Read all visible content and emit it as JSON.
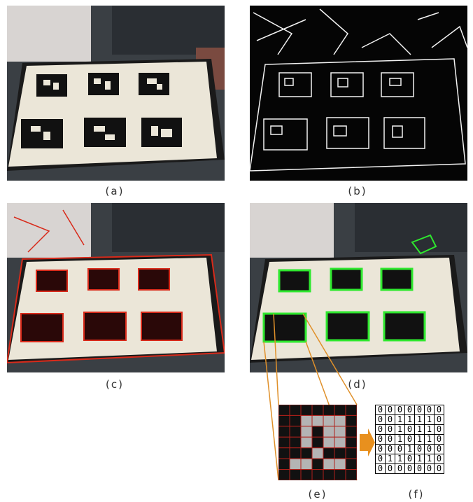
{
  "captions": {
    "a": "(a)",
    "b": "(b)",
    "c": "(c)",
    "d": "(d)",
    "e": "(e)",
    "f": "(f)"
  },
  "colors": {
    "contour_red": "#d82a1a",
    "detect_green": "#2ee82e",
    "zoom_orange": "#e0902a",
    "arrow_orange": "#e8901e",
    "cell_gray": "#b4b4b4",
    "grid_red": "#b0201a"
  },
  "marker_bits": [
    [
      0,
      0,
      0,
      0,
      0,
      0,
      0
    ],
    [
      0,
      0,
      1,
      1,
      1,
      1,
      0
    ],
    [
      0,
      0,
      1,
      0,
      1,
      1,
      0
    ],
    [
      0,
      0,
      1,
      0,
      1,
      1,
      0
    ],
    [
      0,
      0,
      0,
      1,
      0,
      0,
      0
    ],
    [
      0,
      1,
      1,
      0,
      1,
      1,
      0
    ],
    [
      0,
      0,
      0,
      0,
      0,
      0,
      0
    ]
  ],
  "grid_f": [
    [
      "0",
      "0",
      "0",
      "0",
      "0",
      "0",
      "0"
    ],
    [
      "0",
      "0",
      "1",
      "1",
      "1",
      "1",
      "0"
    ],
    [
      "0",
      "0",
      "1",
      "0",
      "1",
      "1",
      "0"
    ],
    [
      "0",
      "0",
      "1",
      "0",
      "1",
      "1",
      "0"
    ],
    [
      "0",
      "0",
      "0",
      "1",
      "0",
      "0",
      "0"
    ],
    [
      "0",
      "1",
      "1",
      "0",
      "1",
      "1",
      "0"
    ],
    [
      "0",
      "0",
      "0",
      "0",
      "0",
      "0",
      "0"
    ]
  ]
}
